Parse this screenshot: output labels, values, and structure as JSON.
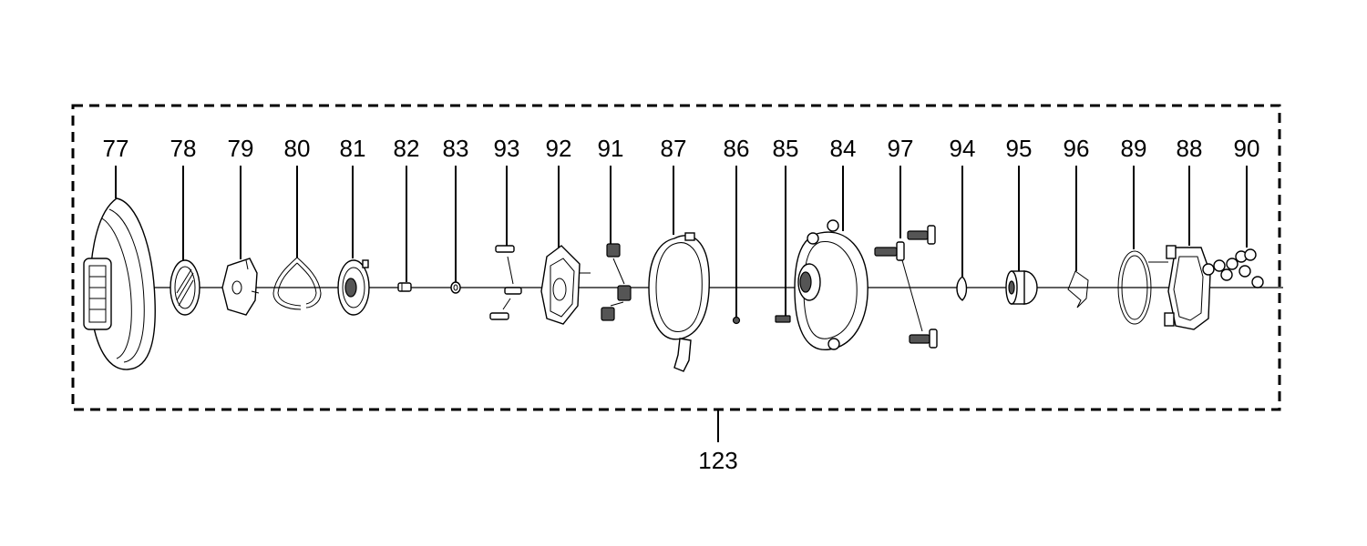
{
  "parts": [
    {
      "id": "p77",
      "label": "77",
      "name": "side-cover"
    },
    {
      "id": "p78",
      "label": "78",
      "name": "knob"
    },
    {
      "id": "p79",
      "label": "79",
      "name": "plate"
    },
    {
      "id": "p80",
      "label": "80",
      "name": "spring-clip"
    },
    {
      "id": "p81",
      "label": "81",
      "name": "gear"
    },
    {
      "id": "p82",
      "label": "82",
      "name": "pin"
    },
    {
      "id": "p83",
      "label": "83",
      "name": "washer"
    },
    {
      "id": "p93",
      "label": "93",
      "name": "screws"
    },
    {
      "id": "p92",
      "label": "92",
      "name": "bracket"
    },
    {
      "id": "p91",
      "label": "91",
      "name": "springs"
    },
    {
      "id": "p87",
      "label": "87",
      "name": "frame-ring"
    },
    {
      "id": "p86",
      "label": "86",
      "name": "ball"
    },
    {
      "id": "p85",
      "label": "85",
      "name": "small-spring"
    },
    {
      "id": "p84",
      "label": "84",
      "name": "side-plate"
    },
    {
      "id": "p97",
      "label": "97",
      "name": "mounting-screws"
    },
    {
      "id": "p94",
      "label": "94",
      "name": "cap"
    },
    {
      "id": "p95",
      "label": "95",
      "name": "bearing"
    },
    {
      "id": "p96",
      "label": "96",
      "name": "wire-spring"
    },
    {
      "id": "p89",
      "label": "89",
      "name": "ring"
    },
    {
      "id": "p88",
      "label": "88",
      "name": "brake-housing"
    },
    {
      "id": "p90",
      "label": "90",
      "name": "brake-weights"
    }
  ],
  "assembly_label": "123"
}
